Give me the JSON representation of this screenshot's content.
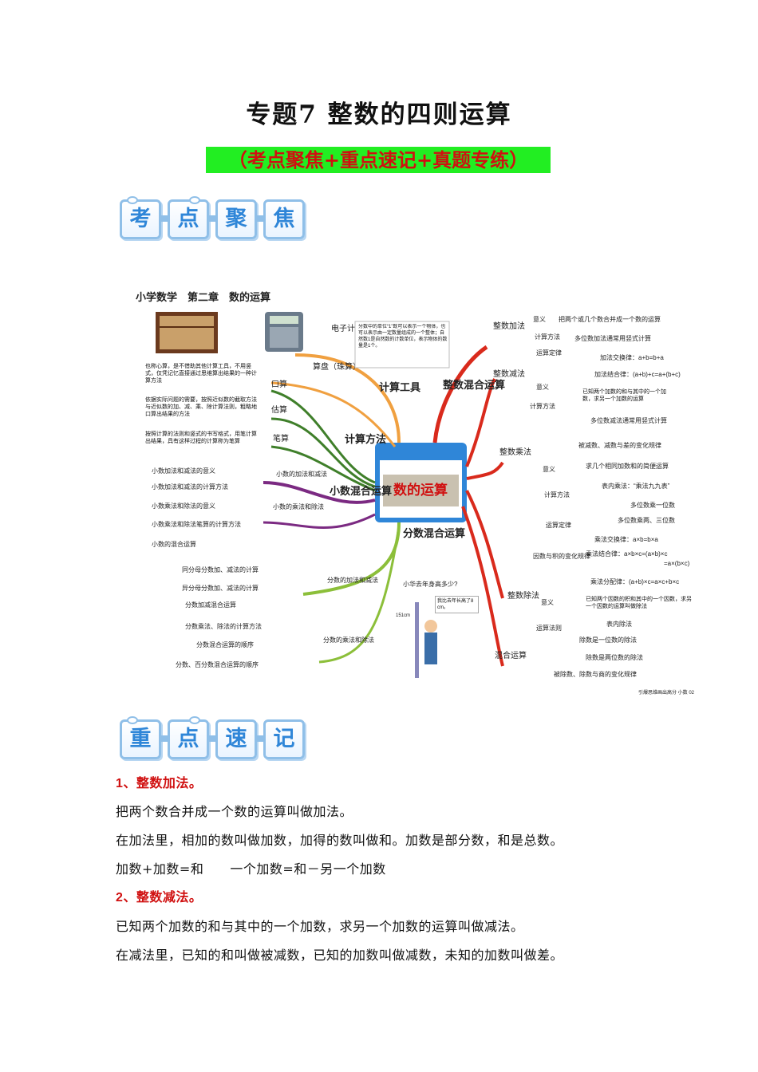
{
  "title": "专题7 整数的四则运算",
  "subtitle": "（考点聚焦+重点速记+真题专练）",
  "section1": [
    "考",
    "点",
    "聚",
    "焦"
  ],
  "section2": [
    "重",
    "点",
    "速",
    "记"
  ],
  "mindmap": {
    "header": "小学数学　第二章　数的运算",
    "center": "数的运算",
    "footer": "引爆思维画出高分 小数 02",
    "tools_branch": "计算工具",
    "tool_calc": "电子计算器",
    "tool_abacus": "算盘（珠算）",
    "method_branch": "计算方法",
    "method_oral": "口算",
    "method_oral_desc": "也称心算，是不借助其他计算工具，不用竖式，仅凭记忆直接通过思维算出结果的一种计算方法",
    "method_est": "估算",
    "method_est_desc": "依据实际问题的需要，按照近似数的截取方法与近似数的加、减、乘、除计算法则，粗略地口算出结果的方法",
    "method_written": "笔算",
    "method_written_desc": "按照计算的法则和竖式的书写格式，用笔计算出结果，具有这样过程的计算称为笔算",
    "decimal_branch": "小数混合运算",
    "dec_add": "小数的加法和减法",
    "dec_mul": "小数的乘法和除法",
    "dec_items": [
      "小数加法和减法的意义",
      "小数加法和减法的计算方法",
      "小数乘法和除法的意义",
      "小数乘法和除法笔算的计算方法",
      "小数的混合运算"
    ],
    "fraction_branch": "分数混合运算",
    "frac_add": "分数的加法和减法",
    "frac_mul": "分数的乘法和除法",
    "frac_items": [
      "同分母分数加、减法的计算",
      "异分母分数加、减法的计算",
      "分数加减混合运算",
      "分数乘法、除法的计算方法",
      "分数混合运算的顺序",
      "分数、百分数混合运算的顺序"
    ],
    "note": "分数中的单位“1”既可以表示一个物体，也可以表示由一定数量组成的一个整体；自然数1是自然数的计数单位，表示物体的数量是1个。",
    "kid_question": "小华去年身高多少?",
    "kid_answer": "我比去年长高了8 cm。",
    "kid_height": "151cm",
    "integer_branch": "整数混合运算",
    "int_add": "整数加法",
    "int_add_items": [
      "意义",
      "把两个或几个数合并成一个数的运算",
      "计算方法",
      "多位数加法通常用竖式计算",
      "运算定律",
      "加法交换律：a+b=b+a",
      "加法结合律：(a+b)+c=a+(b+c)"
    ],
    "int_sub": "整数减法",
    "int_sub_items": [
      "意义",
      "已知两个加数的和与其中的一个加数，求另一个加数的运算",
      "计算方法",
      "多位数减法通常用竖式计算",
      "被减数、减数与差的变化规律"
    ],
    "int_mul": "整数乘法",
    "int_mul_items": [
      "意义",
      "求几个相同加数和的简便运算",
      "计算方法",
      "表内乘法：“乘法九九表”",
      "多位数乘一位数",
      "多位数乘两、三位数",
      "运算定律",
      "乘法交换律：a×b=b×a",
      "乘法结合律：a×b×c=(a×b)×c",
      "=a×(b×c)",
      "乘法分配律：(a+b)×c=a×c+b×c",
      "因数与积的变化规律"
    ],
    "int_div": "整数除法",
    "int_div_items": [
      "意义",
      "已知两个因数的积和其中的一个因数，求另一个因数的运算叫做除法",
      "运算法则",
      "表内除法",
      "除数是一位数的除法",
      "除数是两位数的除法",
      "被除数、除数与商的变化规律"
    ],
    "mixed": "混合运算"
  },
  "content": {
    "h1": "1、整数加法。",
    "p1": "把两个数合并成一个数的运算叫做加法。",
    "p2": "在加法里，相加的数叫做加数，加得的数叫做和。加数是部分数，和是总数。",
    "p3": "加数+加数=和　　一个加数=和－另一个加数",
    "h2": "2、整数减法。",
    "p4": "已知两个加数的和与其中的一个加数，求另一个加数的运算叫做减法。",
    "p5": "在减法里，已知的和叫做被减数，已知的加数叫做减数，未知的加数叫做差。"
  },
  "colors": {
    "green": "#22ee22",
    "red": "#d01010",
    "tile": "#2f86d8",
    "branch_red": "#d92a1c",
    "branch_green": "#3f7f2a",
    "branch_purple": "#7b2a82",
    "branch_lime": "#8cbf3a",
    "branch_orange": "#f0a040"
  }
}
